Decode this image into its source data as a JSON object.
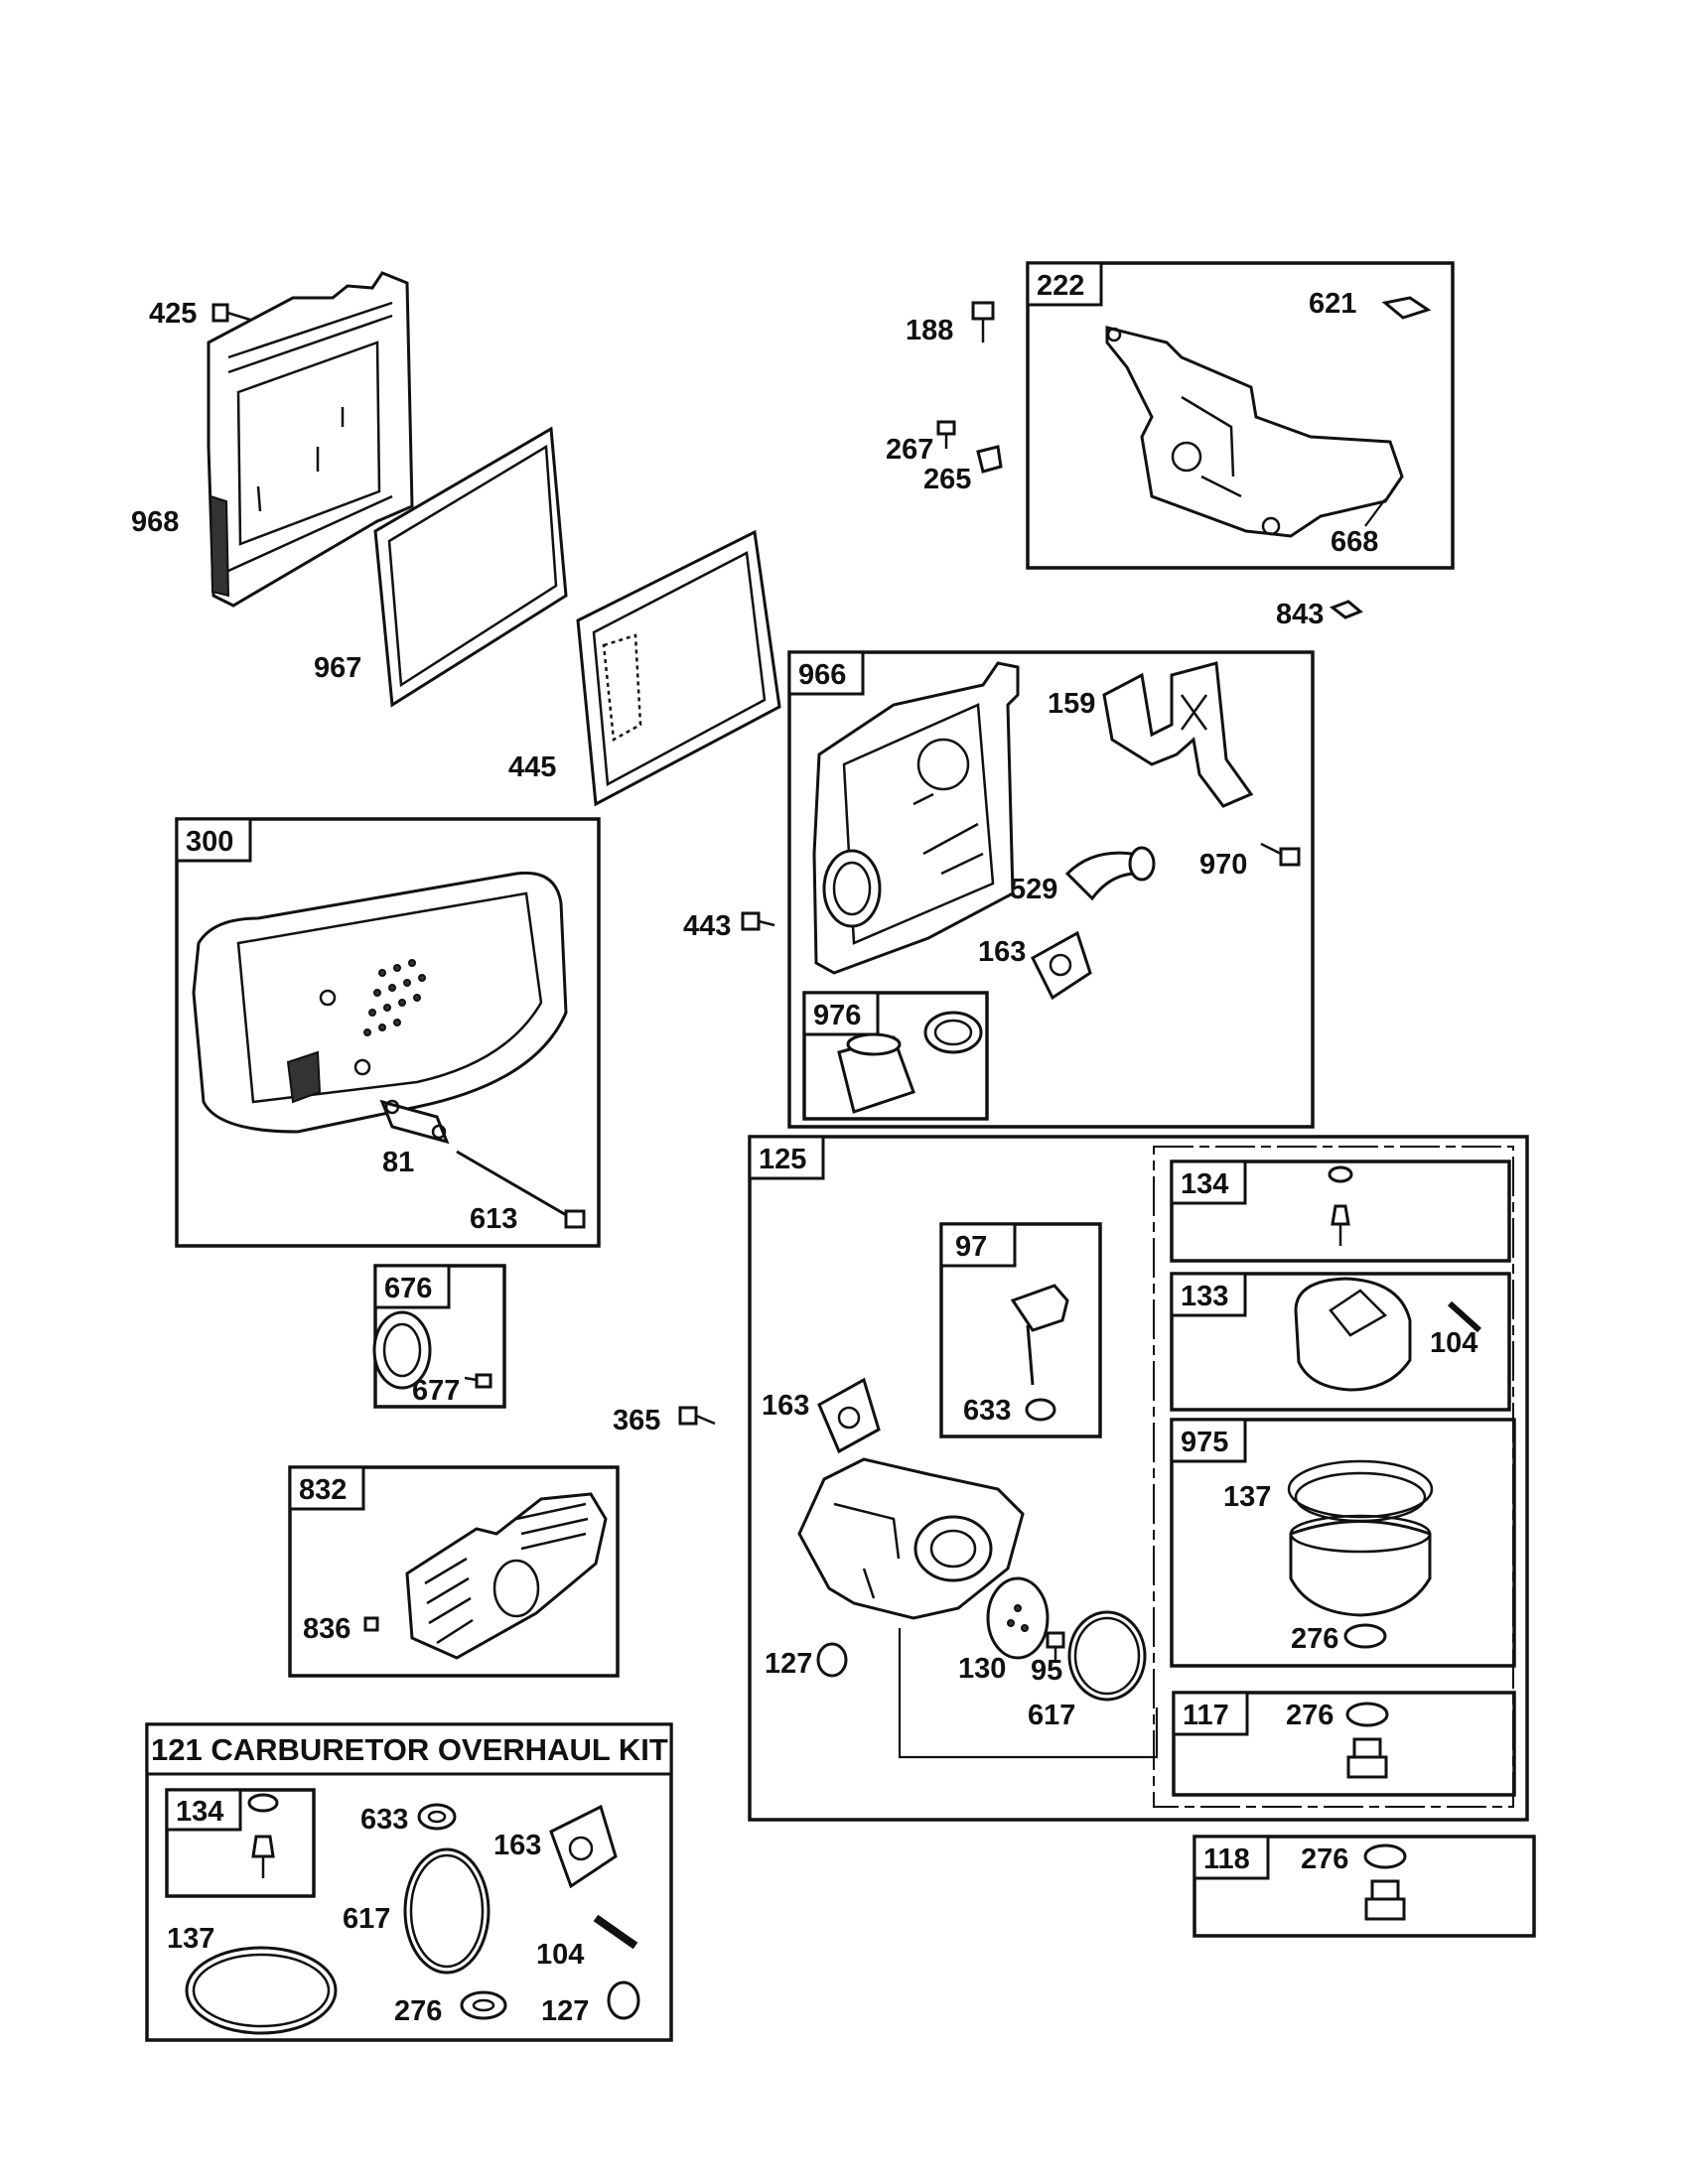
{
  "labels": {
    "p425": "425",
    "p968": "968",
    "p967": "967",
    "p445": "445",
    "p222": "222",
    "p621": "621",
    "p188": "188",
    "p267": "267",
    "p265": "265",
    "p668": "668",
    "p843": "843",
    "p966": "966",
    "p159": "159",
    "p970": "970",
    "p529": "529",
    "p163a": "163",
    "p976": "976",
    "p443": "443",
    "p300": "300",
    "p81": "81",
    "p613": "613",
    "p676": "676",
    "p677": "677",
    "p125": "125",
    "p97": "97",
    "p633a": "633",
    "p163b": "163",
    "p127a": "127",
    "p130": "130",
    "p95": "95",
    "p617a": "617",
    "p365": "365",
    "p134a": "134",
    "p133": "133",
    "p104a": "104",
    "p975": "975",
    "p137a": "137",
    "p276a": "276",
    "p117": "117",
    "p276b": "276",
    "p118": "118",
    "p276c": "276",
    "p832": "832",
    "p836": "836"
  },
  "kit": {
    "title": "121 CARBURETOR OVERHAUL KIT",
    "p134": "134",
    "p633": "633",
    "p163": "163",
    "p617": "617",
    "p137": "137",
    "p104": "104",
    "p276": "276",
    "p127": "127"
  }
}
